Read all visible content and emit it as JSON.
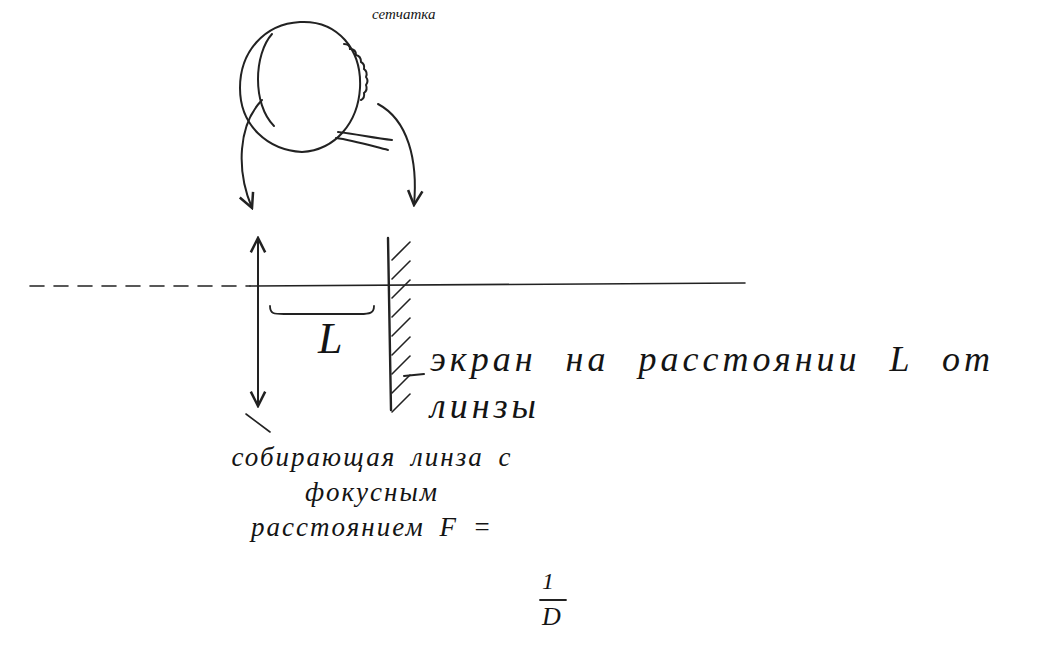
{
  "diagram": {
    "labels": [
      "сетчатка",
      "L",
      "экран на расстоянии L от линзы",
      "собирающая линза с фокусным расстоянием F =",
      "1",
      "D"
    ]
  }
}
